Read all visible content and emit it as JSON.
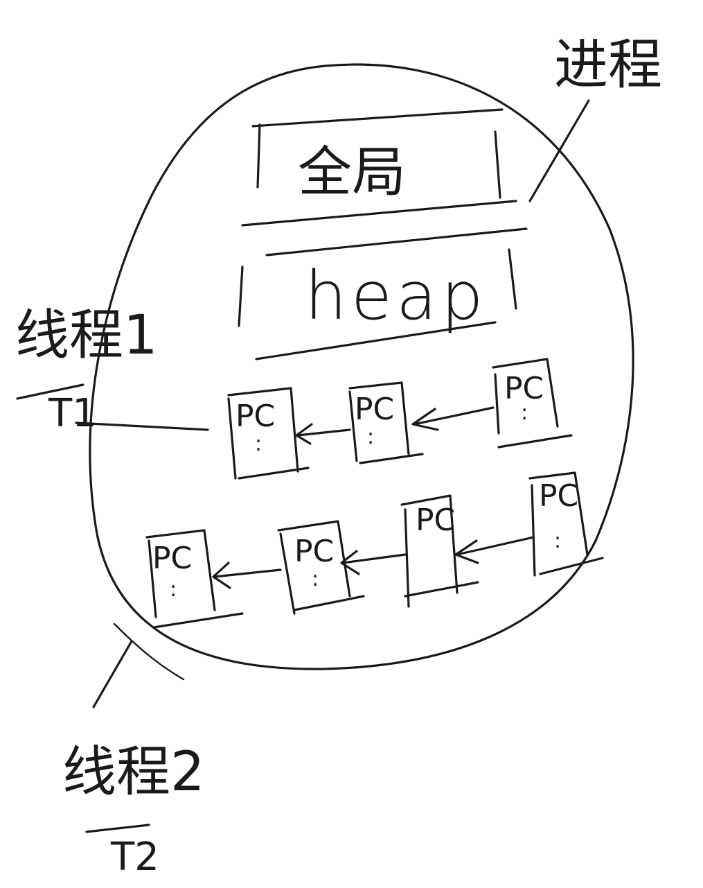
{
  "diagram": {
    "process_label": "进程",
    "global_label": "全局",
    "heap_label": "heap",
    "thread1_label": "线程1",
    "thread1_id": "T1",
    "thread2_label": "线程2",
    "thread2_id": "T2",
    "frame_label": "PC",
    "frame_dots": ":",
    "thread1_frames": [
      "PC",
      "PC",
      "PC"
    ],
    "thread2_frames": [
      "PC",
      "PC",
      "PC",
      "PC"
    ]
  }
}
